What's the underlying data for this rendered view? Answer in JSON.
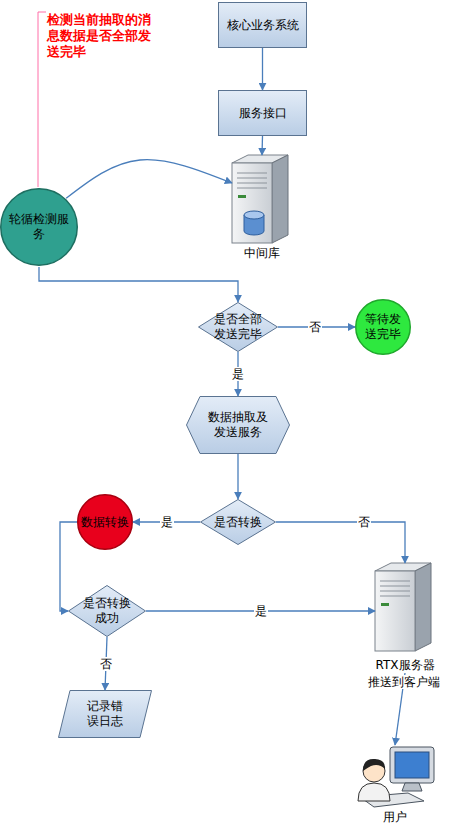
{
  "diagram": {
    "nodes": [
      {
        "text": [
          "核心业务系统"
        ]
      },
      {
        "text": [
          "服务接口"
        ]
      },
      {
        "text": [
          "中间库"
        ]
      },
      {
        "text": [
          "轮循检测服务"
        ]
      },
      {
        "text": [
          "是否全部发送完毕"
        ]
      },
      {
        "text": [
          "等待发送完毕"
        ]
      },
      {
        "text": [
          "数据抽取及发送服务"
        ]
      },
      {
        "text": [
          "是否转换"
        ]
      },
      {
        "text": [
          "数据转换"
        ]
      },
      {
        "text": [
          "是否转换成功"
        ]
      },
      {
        "text": [
          "RTX服务器"
        ]
      },
      {
        "text": [
          "记录错误日志"
        ]
      },
      {
        "text": [
          "用户"
        ]
      }
    ],
    "edges": [
      {
        "from": 0,
        "to": 1,
        "arrow": "to"
      },
      {
        "from": 1,
        "to": 2,
        "arrow": "to"
      },
      {
        "from": 3,
        "to": 2,
        "arrow": "to"
      },
      {
        "from": 3,
        "to": 4,
        "arrow": "to"
      },
      {
        "from": 4,
        "to": 5,
        "label": "否",
        "arrow": "to"
      },
      {
        "from": 4,
        "to": 6,
        "label": "是",
        "arrow": "to"
      },
      {
        "from": 6,
        "to": 7,
        "arrow": "to"
      },
      {
        "from": 7,
        "to": 8,
        "label": "是",
        "arrow": "to"
      },
      {
        "from": 7,
        "to": 10,
        "label": "否",
        "arrow": "to"
      },
      {
        "from": 8,
        "to": 9,
        "arrow": "to"
      },
      {
        "from": 9,
        "to": 10,
        "label": "是",
        "arrow": "to"
      },
      {
        "from": 9,
        "to": 11,
        "label": "否",
        "arrow": "to"
      },
      {
        "from": 10,
        "to": 12,
        "label": "推送到客户端",
        "arrow": "to"
      }
    ],
    "labels": [
      "检测当前抽取的消息数据是否全部发送完毕"
    ]
  }
}
